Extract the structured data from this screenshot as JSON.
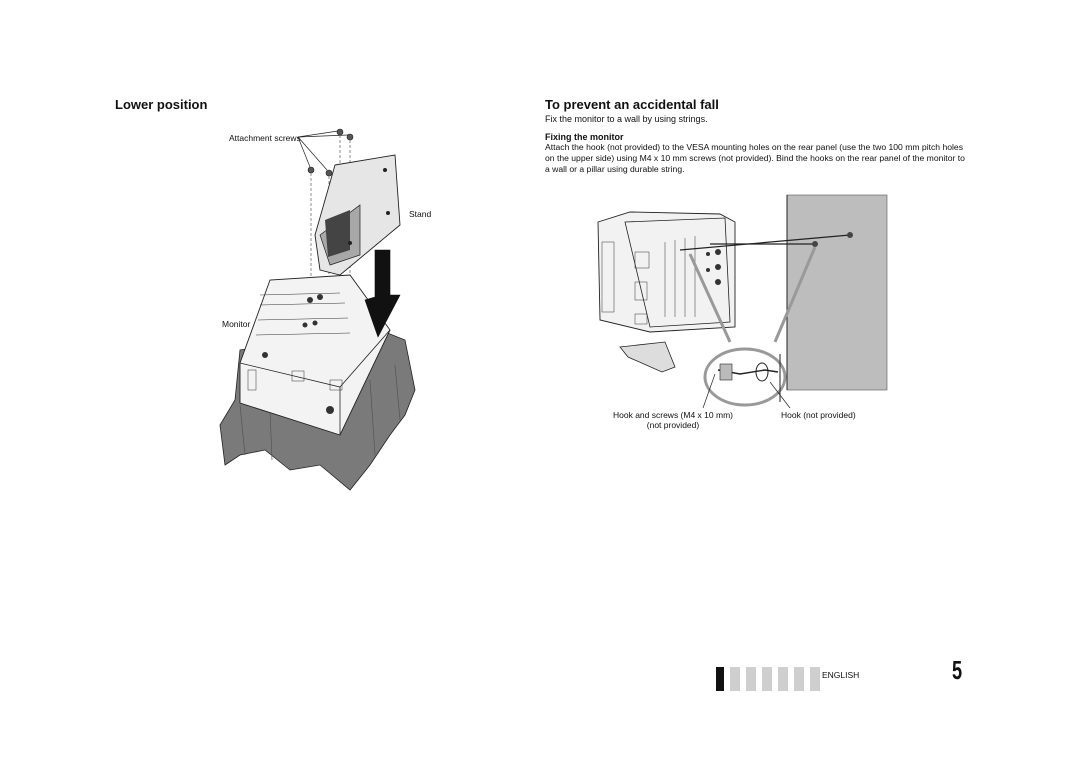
{
  "left": {
    "heading": "Lower position",
    "labels": {
      "attachment_screws": "Attachment screws",
      "stand": "Stand",
      "monitor": "Monitor"
    }
  },
  "right": {
    "heading": "To prevent an accidental fall",
    "lead": "Fix the monitor to a wall by using strings.",
    "subheading": "Fixing the monitor",
    "paragraph": "Attach the hook (not provided) to the VESA mounting holes on the rear panel (use the two 100 mm pitch holes on the upper side) using M4 x 10 mm screws (not provided). Bind the hooks on the rear panel of the monitor to a wall or a pillar using durable string.",
    "labels": {
      "hook_screws_line1": "Hook and screws (M4 x 10 mm)",
      "hook_screws_line2": "(not provided)",
      "hook": "Hook (not provided)"
    }
  },
  "footer": {
    "language": "ENGLISH",
    "page_number": "5"
  }
}
